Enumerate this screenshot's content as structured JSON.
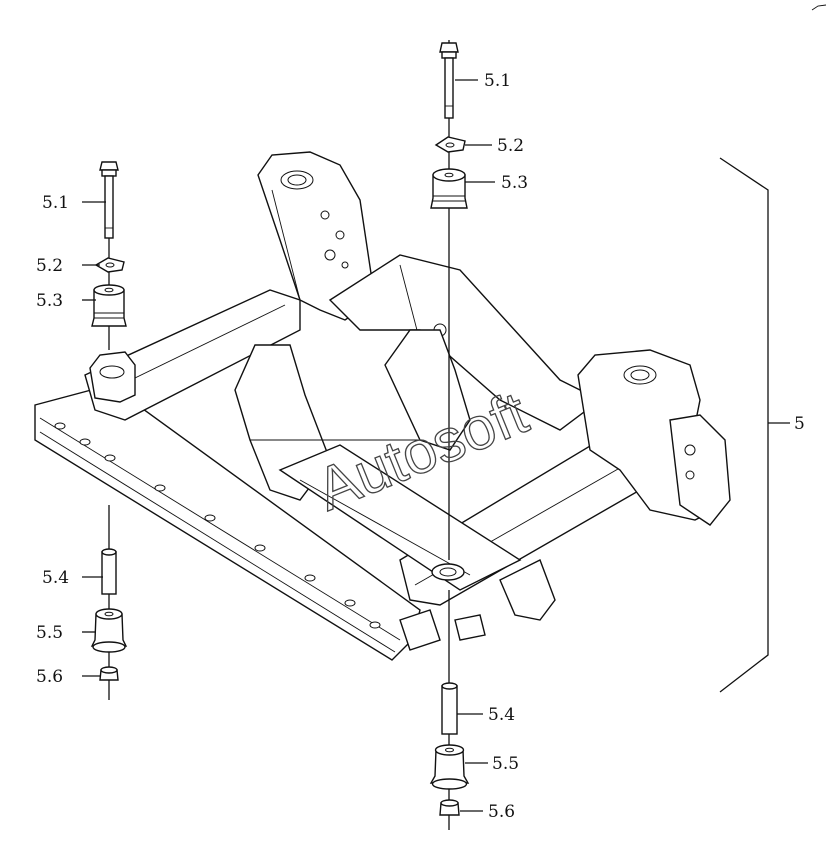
{
  "diagram": {
    "labels": {
      "a_bolt": "5.1",
      "a_washer": "5.2",
      "a_upper_bushing": "5.3",
      "a_sleeve": "5.4",
      "a_lower_bushing": "5.5",
      "a_nut": "5.6",
      "b_bolt": "5.1",
      "b_washer": "5.2",
      "b_upper_bushing": "5.3",
      "b_sleeve": "5.4",
      "b_lower_bushing": "5.5",
      "b_nut": "5.6",
      "assembly": "5"
    },
    "watermark": "Autosoft"
  }
}
